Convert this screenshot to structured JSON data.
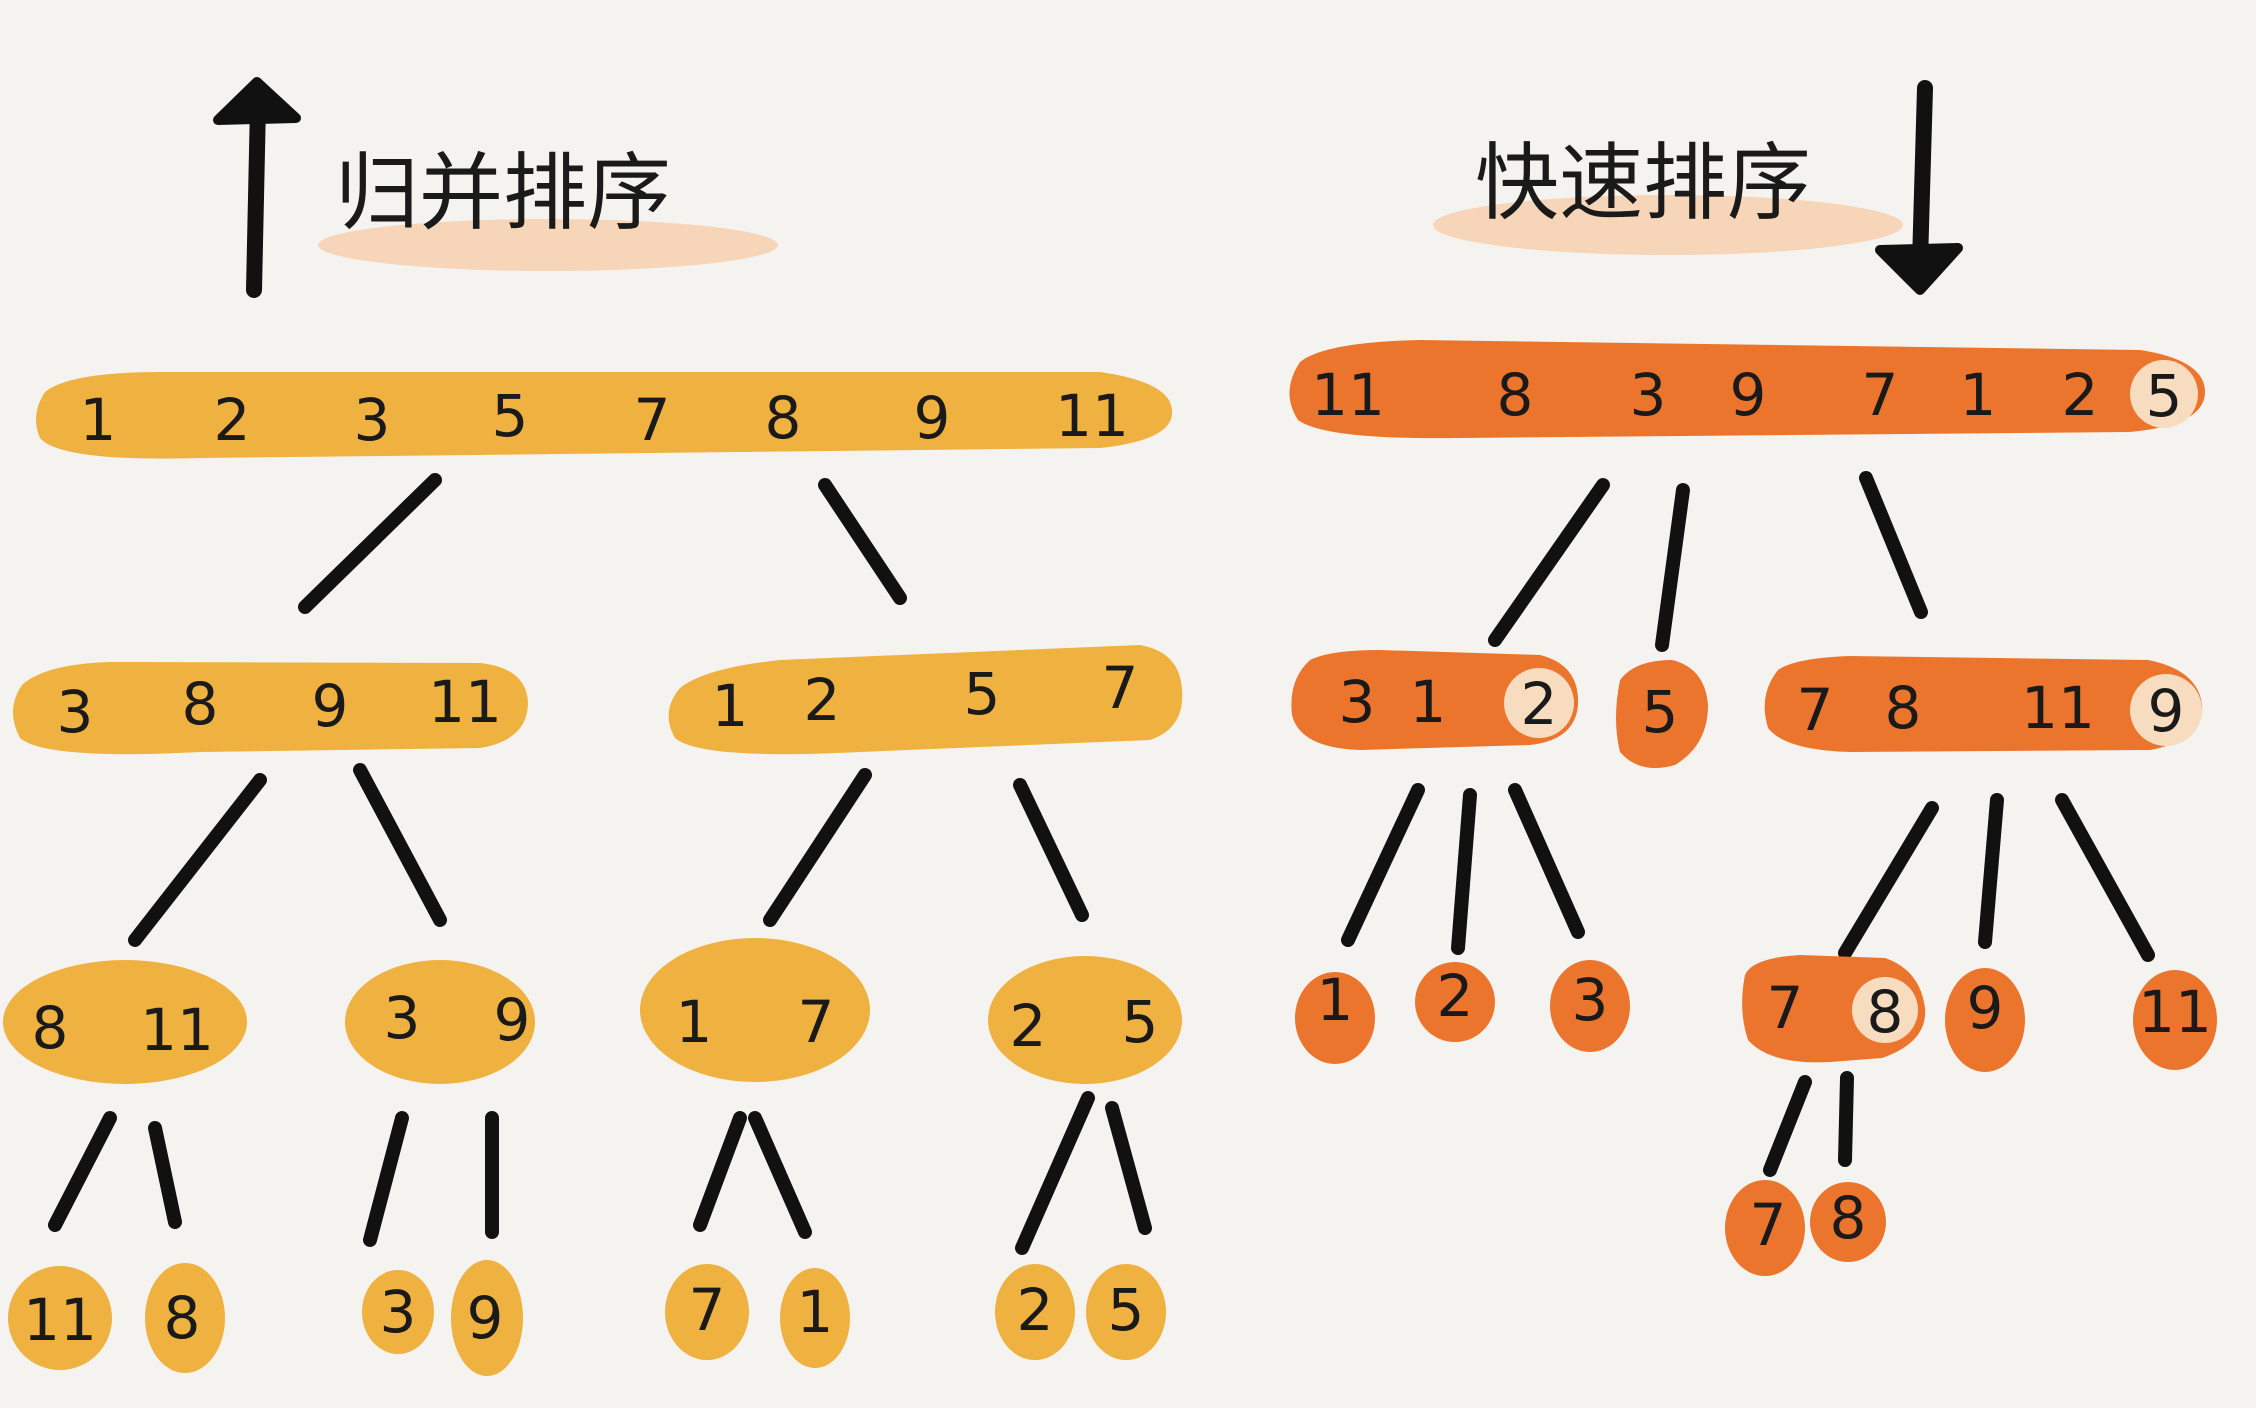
{
  "merge_sort": {
    "title": "归并排序",
    "levels": [
      [
        [
          "1",
          "2",
          "3",
          "5",
          "7",
          "8",
          "9",
          "11"
        ]
      ],
      [
        [
          "3",
          "8",
          "9",
          "11"
        ],
        [
          "1",
          "2",
          "5",
          "7"
        ]
      ],
      [
        [
          "8",
          "11"
        ],
        [
          "3",
          "9"
        ],
        [
          "1",
          "7"
        ],
        [
          "2",
          "5"
        ]
      ],
      [
        [
          "11"
        ],
        [
          "8"
        ],
        [
          "3"
        ],
        [
          "9"
        ],
        [
          "7"
        ],
        [
          "1"
        ],
        [
          "2"
        ],
        [
          "5"
        ]
      ]
    ]
  },
  "quick_sort": {
    "title": "快速排序",
    "root": [
      "11",
      "8",
      "3",
      "9",
      "7",
      "1",
      "2",
      "5"
    ],
    "root_pivot": "5",
    "left_group": [
      "3",
      "1",
      "2"
    ],
    "left_pivot": "2",
    "middle": "5",
    "right_group": [
      "7",
      "8",
      "11",
      "9"
    ],
    "right_pivot": "9",
    "left_leaves": [
      "1",
      "2",
      "3"
    ],
    "right_sub": [
      "7",
      "8"
    ],
    "right_sub_pivot": "8",
    "right_leaves": [
      "9",
      "11"
    ],
    "bottom_leaves": [
      "7",
      "8"
    ]
  },
  "colors": {
    "background": "#f5f3ef",
    "merge_blob": "#efb13f",
    "quick_blob": "#ec752d",
    "pivot_circle": "#f7dcc0",
    "title_highlight": "#f6cfae",
    "stroke": "#111111"
  }
}
